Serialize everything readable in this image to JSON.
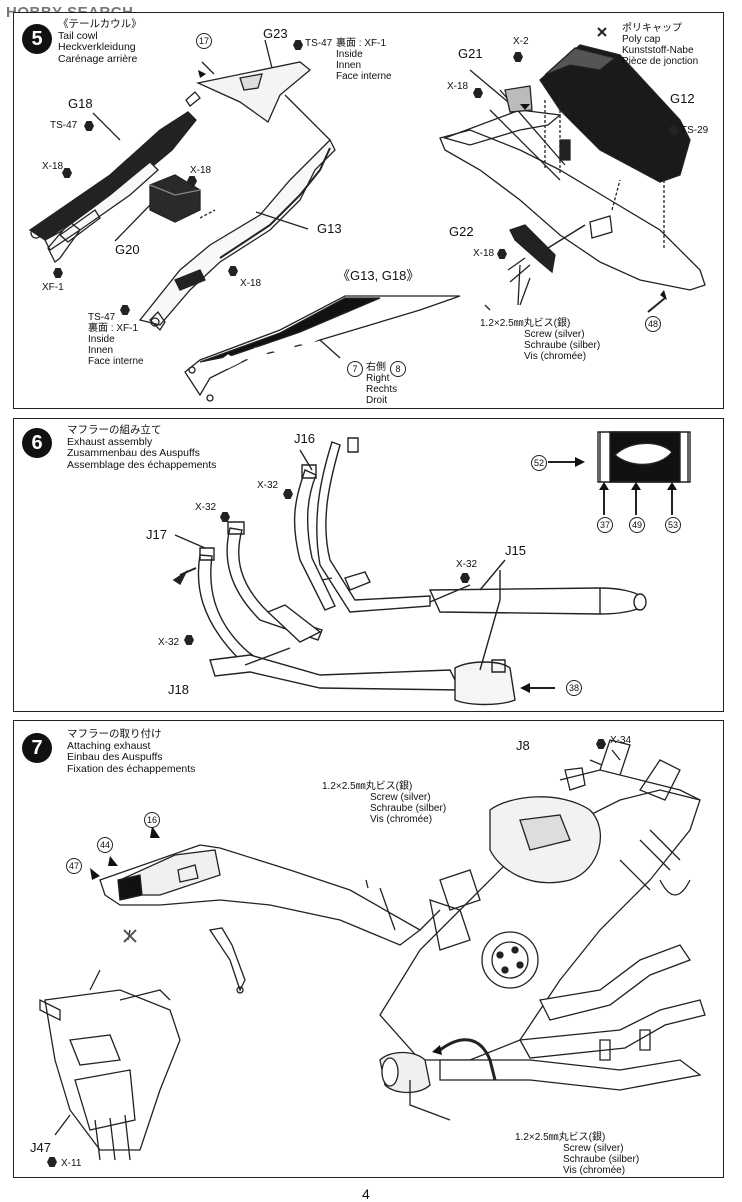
{
  "watermark": "HOBBY SEARCH",
  "page_number": "4",
  "step5": {
    "number": "5",
    "title_jp": "《テールカウル》",
    "title_en": "Tail cowl",
    "title_de": "Heckverkleidung",
    "title_fr": "Carénage arrière",
    "parts": {
      "g23": "G23",
      "g18": "G18",
      "g20": "G20",
      "g13": "G13",
      "g21": "G21",
      "g12": "G12",
      "g22": "G22",
      "g13g18": "《G13, G18》"
    },
    "paints": {
      "ts47a": "TS-47",
      "x18a": "X-18",
      "x18b": "X-18",
      "xf1": "XF-1",
      "x18c": "X-18",
      "ts47b": "TS-47",
      "x2": "X-2",
      "x18d": "X-18",
      "ts29": "TS-29",
      "x18e": "X-18"
    },
    "ts47_note": [
      "裏面 : XF-1",
      "Inside",
      "Innen",
      "Face interne"
    ],
    "ts47_note_top": [
      "裏面 : XF-1",
      "Inside",
      "Innen",
      "Face interne"
    ],
    "polycap": [
      "ポリキャップ",
      "Poly cap",
      "Kunststoff-Nabe",
      "Pièce de jonction"
    ],
    "screw": [
      "1.2×2.5㎜丸ビス(銀)",
      "Screw (silver)",
      "Schraube (silber)",
      "Vis (chromée)"
    ],
    "right": [
      "右側",
      "Right",
      "Rechts",
      "Droit"
    ],
    "decals": {
      "d17": "17",
      "d7": "7",
      "d8": "8",
      "d48": "48"
    }
  },
  "step6": {
    "number": "6",
    "title_jp": "マフラーの組み立て",
    "title_en": "Exhaust assembly",
    "title_de": "Zusammenbau des Auspuffs",
    "title_fr": "Assemblage des échappements",
    "parts": {
      "j16": "J16",
      "j17": "J17",
      "j15": "J15",
      "j18": "J18"
    },
    "paints": {
      "x32a": "X-32",
      "x32b": "X-32",
      "x32c": "X-32",
      "x32d": "X-32"
    },
    "decals": {
      "d52": "52",
      "d37": "37",
      "d49": "49",
      "d53": "53",
      "d38": "38"
    }
  },
  "step7": {
    "number": "7",
    "title_jp": "マフラーの取り付け",
    "title_en": "Attaching exhaust",
    "title_de": "Einbau des Auspuffs",
    "title_fr": "Fixation des échappements",
    "parts": {
      "j8": "J8",
      "j47": "J47"
    },
    "paints": {
      "x34": "X-34",
      "x11": "X-11"
    },
    "screw_top": [
      "1.2×2.5㎜丸ビス(銀)",
      "Screw (silver)",
      "Schraube (silber)",
      "Vis (chromée)"
    ],
    "screw_bottom": [
      "1.2×2.5㎜丸ビス(銀)",
      "Screw (silver)",
      "Schraube (silber)",
      "Vis (chromée)"
    ],
    "decals": {
      "d16": "16",
      "d44": "44",
      "d47": "47"
    }
  }
}
